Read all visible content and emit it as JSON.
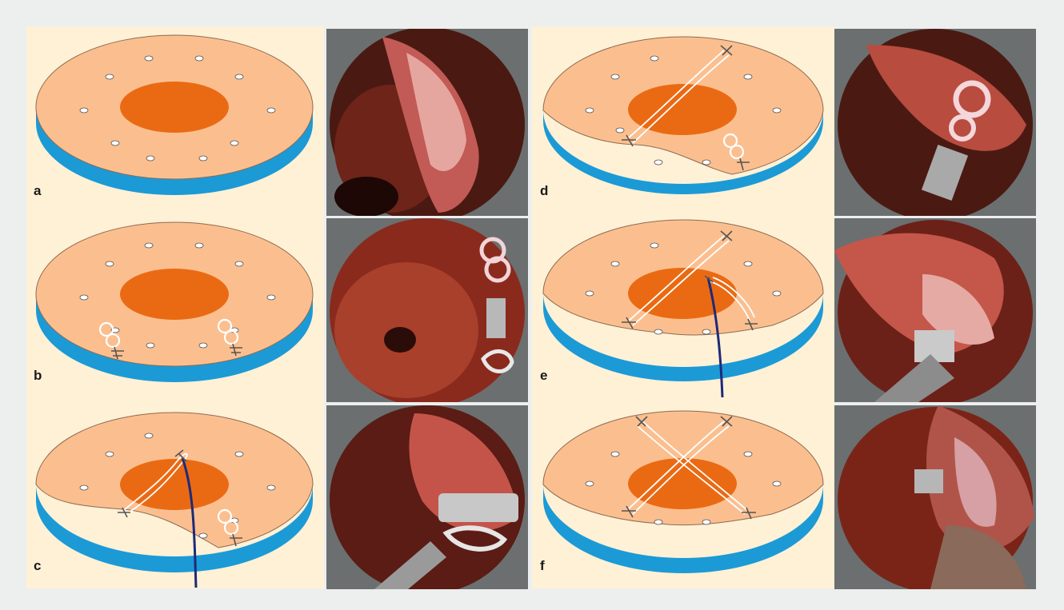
{
  "figure": {
    "panels": [
      {
        "label": "a",
        "stage": "no-clips"
      },
      {
        "label": "b",
        "stage": "two-ring-clips"
      },
      {
        "label": "c",
        "stage": "one-thread-crossing-with-traction"
      },
      {
        "label": "d",
        "stage": "one-thread-crossing"
      },
      {
        "label": "e",
        "stage": "two-threads-with-traction"
      },
      {
        "label": "f",
        "stage": "two-threads-crossed"
      }
    ]
  },
  "colors": {
    "background": "#edeeee",
    "panel": "#fef1d6",
    "disc_top": "#fbbf8f",
    "lesion": "#ea6a13",
    "disc_side": "#1c9ad6",
    "thread": "#ffffff",
    "traction_wire": "#1d2a78"
  }
}
